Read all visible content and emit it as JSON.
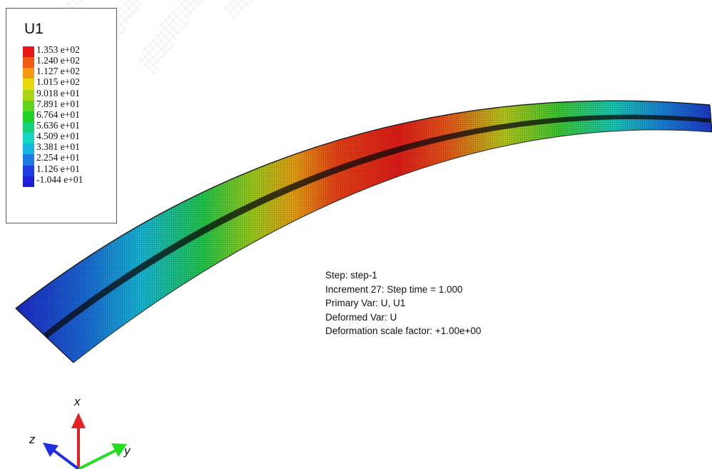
{
  "legend": {
    "title": "U1",
    "entries": [
      {
        "value": "1.353 e+02",
        "color": "#e81616"
      },
      {
        "value": "1.240 e+02",
        "color": "#f05a14"
      },
      {
        "value": "1.127 e+02",
        "color": "#f59a12"
      },
      {
        "value": "1.015 e+02",
        "color": "#e6d80d"
      },
      {
        "value": "9.018 e+01",
        "color": "#a8d414"
      },
      {
        "value": "7.891 e+01",
        "color": "#5fd41a"
      },
      {
        "value": "6.764 e+01",
        "color": "#1fcf23"
      },
      {
        "value": "5.636 e+01",
        "color": "#13d07a"
      },
      {
        "value": "4.509 e+01",
        "color": "#14d6c3"
      },
      {
        "value": "3.381 e+01",
        "color": "#14b5e3"
      },
      {
        "value": "2.254 e+01",
        "color": "#1c79e0"
      },
      {
        "value": "1.126 e+01",
        "color": "#1c3ee0"
      },
      {
        "value": "-1.044 e+01",
        "color": "#1e1ed6"
      }
    ]
  },
  "info": {
    "step": "Step: step-1",
    "increment": "Increment 27: Step time = 1.000",
    "primary_var": "Primary Var: U, U1",
    "deformed_var": "Deformed Var: U",
    "scale_factor": "Deformation scale factor: +1.00e+00"
  },
  "triad": {
    "x_label": "x",
    "y_label": "y",
    "z_label": "z",
    "x_color": "#e02424",
    "y_color": "#22dd22",
    "z_color": "#1f2fe0"
  }
}
